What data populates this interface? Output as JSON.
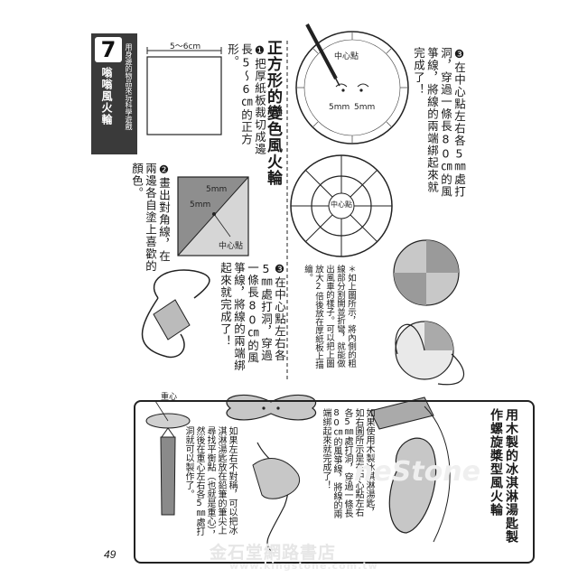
{
  "chapter": {
    "number": "7",
    "title": "嗡嗡風火輪",
    "subtitle": "用身邊的物品來玩科學遊戲"
  },
  "section_square": {
    "heading": "正方形的變色風火輪",
    "step1": "❶把厚紙板裁切成邊長5～6㎝的正方形。",
    "step2": "❷畫出對角線，在兩邊各自塗上喜歡的顏色。",
    "step3": "❸在中心點左右各5㎜處打洞，穿過一條長80㎝的風箏線，將線的兩端綁起來就完成了！"
  },
  "section_circle": {
    "step3": "❸在中心點左右各5㎜處打洞，穿過一條長80㎝的風箏線，將線的兩端綁起來就完成了！",
    "note": "＊如上圖所示，將內側的粗線部分割開並折彎，就能做出風車的樣子。可以把上圖放大2倍後放在厚紙板上描繪。"
  },
  "section_box": {
    "heading": "用木製的冰淇淋湯匙製作螺旋槳型風火輪",
    "text1": "如果使用木製冰淇淋湯匙，如右圖所示是在中心點左右各5㎜處打洞，穿過一條長80㎝的風箏線，將線的兩端綁起來就完成了！",
    "text2": "如果左右不對稱，可以把冰淇淋湯匙放在鉛筆的筆尖上尋找平衡點（也就是重心），然後在重心左右各5㎜處打洞就可以製作了。"
  },
  "labels": {
    "size": "5～6cm",
    "mm_a": "5mm",
    "mm_b": "5mm",
    "center": "中心點",
    "center2": "中心點",
    "center3": "中心點",
    "mm_c": "5mm",
    "mm_d": "5mm",
    "gravity": "重心"
  },
  "page_number": "49",
  "watermark": {
    "line1": "金石堂網路書店",
    "line2": "www.kingstone.com.tw",
    "ghost": "neStone"
  }
}
